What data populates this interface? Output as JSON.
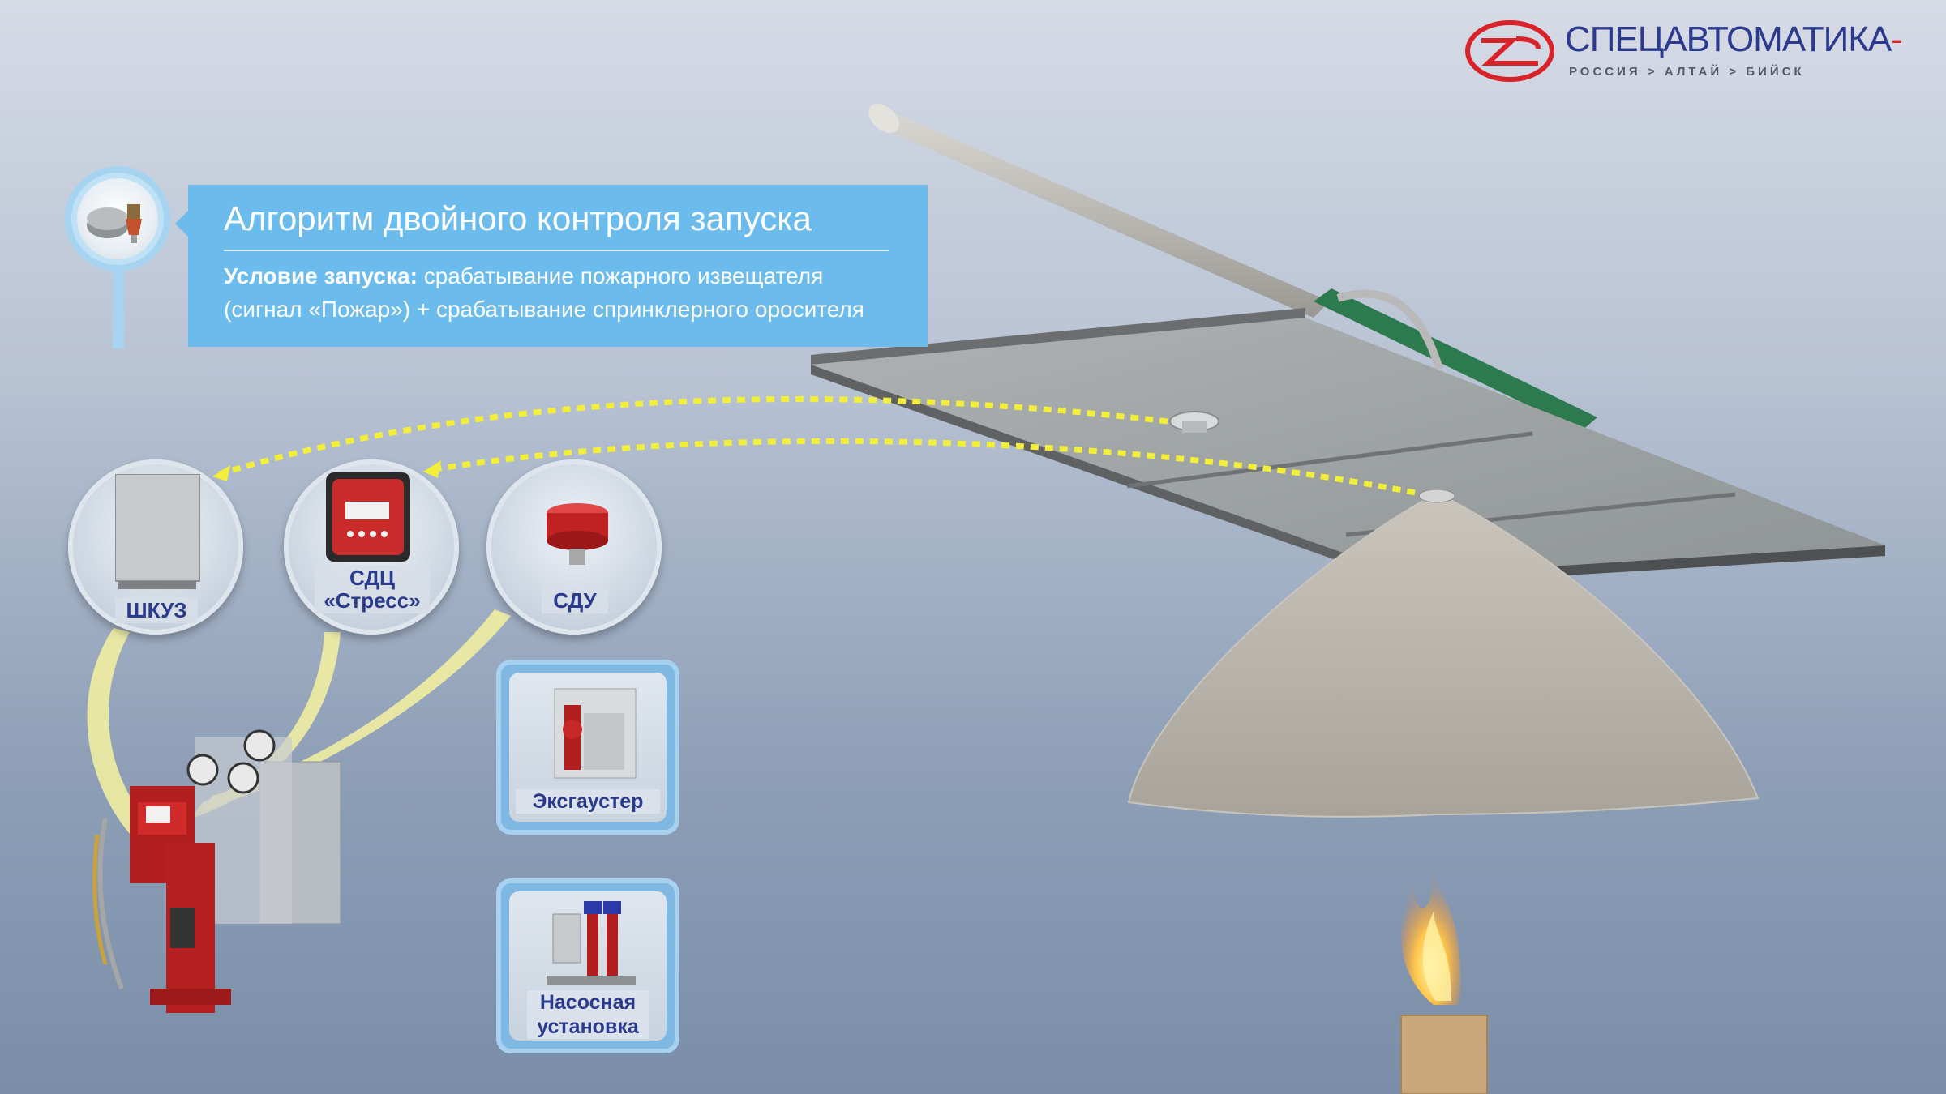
{
  "logo": {
    "title": "СПЕЦАВТОМАТИКА",
    "subtitle": "РОССИЯ > АЛТАЙ > БИЙСК",
    "brand_color": "#d8232a",
    "text_color": "#2b3a8f"
  },
  "callout": {
    "title": "Алгоритм двойного контроля запуска",
    "condition_label": "Условие запуска:",
    "condition_text": "срабатывание пожарного извещателя (сигнал «Пожар») + срабатывание спринклерного оросителя",
    "background": "#6bbced"
  },
  "devices": [
    {
      "label": "ШКУЗ",
      "icon": "control-cabinet-icon"
    },
    {
      "label_line1": "СДЦ",
      "label_line2": "«Стресс»",
      "icon": "pressure-signal-device-icon"
    },
    {
      "label": "СДУ",
      "icon": "level-signal-device-icon"
    }
  ],
  "tiles": [
    {
      "label": "Эксгаустер",
      "icon": "exhauster-icon"
    },
    {
      "label_line1": "Насосная",
      "label_line2": "установка",
      "icon": "pump-station-icon"
    }
  ],
  "signal_color": "#f2ee3a",
  "flame_color": "#ffb52e"
}
